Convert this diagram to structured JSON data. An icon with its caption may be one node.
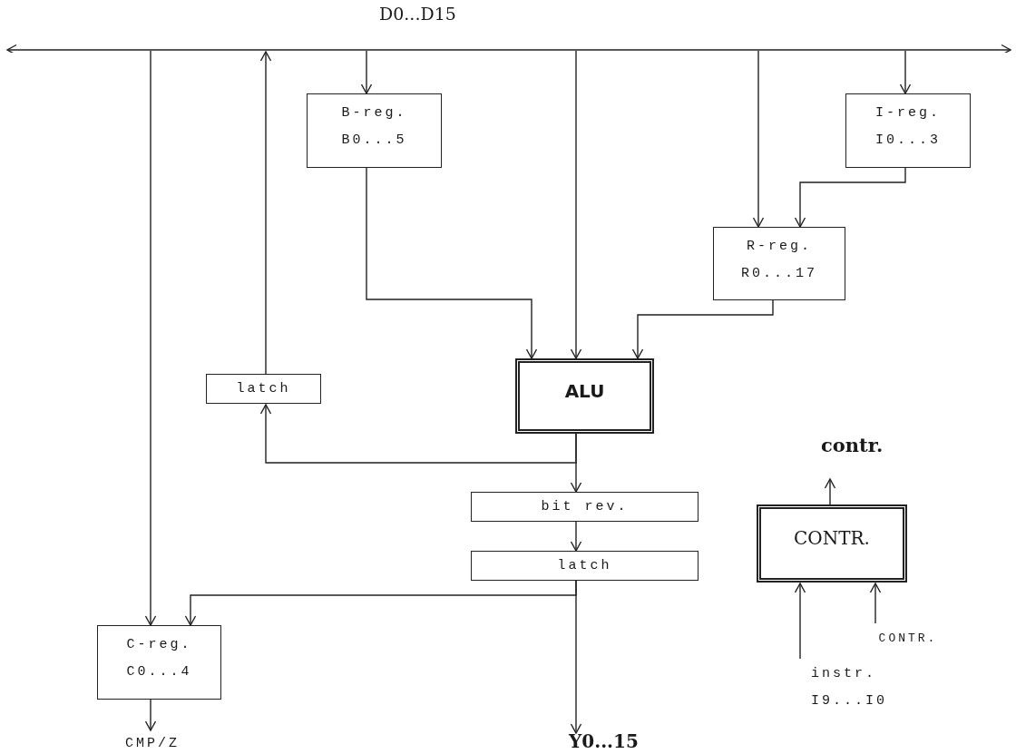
{
  "diagram": {
    "nodes": [
      {
        "text": [
          "D0...D15"
        ]
      },
      {
        "text": [
          "B-reg.",
          "B0...5"
        ]
      },
      {
        "text": [
          "I-reg.",
          "I0...3"
        ]
      },
      {
        "text": [
          "R-reg.",
          "R0...17"
        ]
      },
      {
        "text": [
          "latch"
        ]
      },
      {
        "text": [
          "ALU"
        ]
      },
      {
        "text": [
          "contr."
        ]
      },
      {
        "text": [
          "CONTR."
        ]
      },
      {
        "text": [
          "bit rev."
        ]
      },
      {
        "text": [
          "latch"
        ]
      },
      {
        "text": [
          "C-reg.",
          "C0...4"
        ]
      },
      {
        "text": [
          "CONTR."
        ]
      },
      {
        "text": [
          "instr.",
          "I9...I0"
        ]
      },
      {
        "text": [
          "CMP/Z"
        ]
      },
      {
        "text": [
          "Y0...15"
        ]
      }
    ],
    "edges": [
      {
        "from": 0,
        "to": 1,
        "arrow": "to"
      },
      {
        "from": 0,
        "to": 2,
        "arrow": "to"
      },
      {
        "from": 0,
        "to": 3,
        "arrow": "to"
      },
      {
        "from": 0,
        "to": 5,
        "arrow": "to"
      },
      {
        "from": 0,
        "to": 10,
        "arrow": "to"
      },
      {
        "from": 4,
        "to": 0,
        "arrow": "to"
      },
      {
        "from": 1,
        "to": 5,
        "arrow": "to"
      },
      {
        "from": 2,
        "to": 3,
        "arrow": "to"
      },
      {
        "from": 3,
        "to": 5,
        "arrow": "to"
      },
      {
        "from": 5,
        "to": 8,
        "arrow": "to"
      },
      {
        "from": 5,
        "to": 4,
        "arrow": "to"
      },
      {
        "from": 8,
        "to": 9,
        "arrow": "to"
      },
      {
        "from": 9,
        "to": 10,
        "arrow": "to"
      },
      {
        "from": 9,
        "to": 14,
        "arrow": "to"
      },
      {
        "from": 10,
        "to": 13,
        "arrow": "to"
      },
      {
        "from": 7,
        "to": 6,
        "arrow": "to"
      },
      {
        "from": 12,
        "to": 7,
        "arrow": "to"
      },
      {
        "from": 11,
        "to": 7,
        "arrow": "to"
      }
    ]
  }
}
